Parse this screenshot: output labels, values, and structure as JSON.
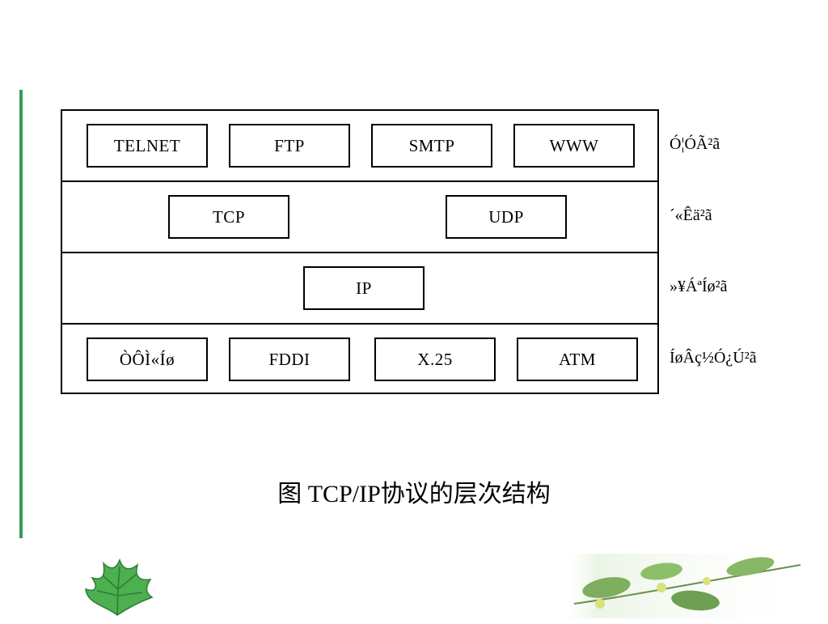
{
  "diagram": {
    "layers": [
      {
        "boxes": [
          "TELNET",
          "FTP",
          "SMTP",
          "WWW"
        ],
        "label": "Ó¦ÓÃ²ã"
      },
      {
        "boxes": [
          "TCP",
          "UDP"
        ],
        "label": "´«Êä²ã"
      },
      {
        "boxes": [
          "IP"
        ],
        "label": "»¥ÁªÍø²ã"
      },
      {
        "boxes": [
          "ÒÔÌ«Íø",
          "FDDI",
          "X.25",
          "ATM"
        ],
        "label": "ÍøÂç½Ó¿Ú²ã"
      }
    ],
    "caption": "图 TCP/IP协议的层次结构"
  },
  "colors": {
    "accent_line": "#3a9a5b",
    "leaf_green": "#4caf50"
  },
  "decorations": [
    "leaf-icon-left",
    "leaf-branch-icon-right"
  ]
}
